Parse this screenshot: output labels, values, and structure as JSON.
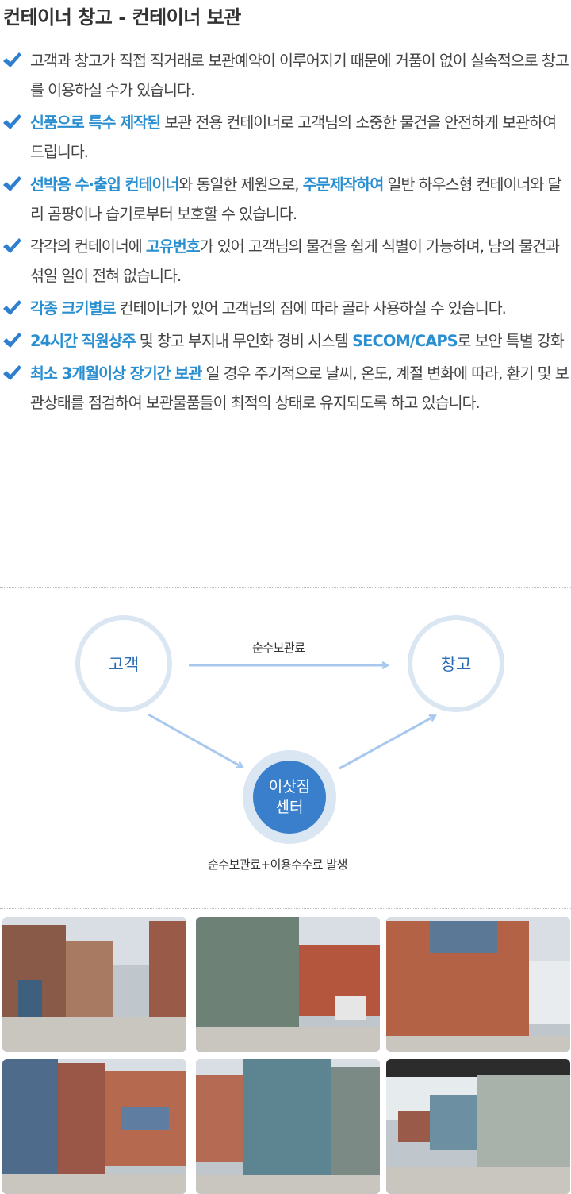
{
  "title": "컨테이너 창고 - 컨테이너 보관",
  "colors": {
    "highlight": "#2a8fd1",
    "check": "#2f7fd0",
    "node_text": "#2a6bb3",
    "center_node": "#3a7fcc",
    "ring": "#dbe6f3",
    "arrow": "#a9c8ee"
  },
  "features": [
    {
      "parts": [
        {
          "text": "고객과 창고가 직접 직거래로 보관예약이 이루어지기 때문에 거품이 없이 실속적으로 창고를 이용하실 수가 있습니다.",
          "hl": false
        }
      ]
    },
    {
      "parts": [
        {
          "text": "신품으로 특수 제작된",
          "hl": true
        },
        {
          "text": " 보관 전용 컨테이너로 고객님의 소중한 물건을 안전하게 보관하여 드립니다.",
          "hl": false
        }
      ]
    },
    {
      "parts": [
        {
          "text": "선박용 수·출입 컨테이너",
          "hl": true
        },
        {
          "text": "와 동일한 제원으로, ",
          "hl": false
        },
        {
          "text": "주문제작하여",
          "hl": true
        },
        {
          "text": " 일반 하우스형 컨테이너와 달리 곰팡이나 습기로부터 보호할 수 있습니다.",
          "hl": false
        }
      ]
    },
    {
      "parts": [
        {
          "text": "각각의 컨테이너에 ",
          "hl": false
        },
        {
          "text": "고유번호",
          "hl": true
        },
        {
          "text": "가 있어 고객님의 물건을 쉽게 식별이 가능하며, 남의 물건과 섞일 일이 전혀 없습니다.",
          "hl": false
        }
      ]
    },
    {
      "parts": [
        {
          "text": "각종 크키별로",
          "hl": true
        },
        {
          "text": " 컨테이너가 있어 고객님의 짐에 따라 골라 사용하실 수 있습니다.",
          "hl": false
        }
      ]
    },
    {
      "parts": [
        {
          "text": "24시간 직원상주",
          "hl": true
        },
        {
          "text": " 및 창고 부지내 무인화 경비 시스템 ",
          "hl": false
        },
        {
          "text": "SECOM/CAPS",
          "hl": true
        },
        {
          "text": "로 보안 특별 강화",
          "hl": false
        }
      ]
    },
    {
      "parts": [
        {
          "text": "최소 3개월이상 장기간 보관",
          "hl": true
        },
        {
          "text": " 일 경우 주기적으로 날씨, 온도, 계절 변화에 따라, 환기 및 보관상태를 점검하여 보관물품들이 최적의 상태로 유지되도록 하고 있습니다.",
          "hl": false
        }
      ]
    }
  ],
  "flow": {
    "customer": "고객",
    "warehouse": "창고",
    "center_line1": "이삿짐",
    "center_line2": "센터",
    "direct_label": "순수보관료",
    "indirect_label": "순수보관료+이용수수료 발생"
  },
  "photos": [
    {
      "name": "container-yard-photo-1"
    },
    {
      "name": "container-yard-photo-2"
    },
    {
      "name": "container-yard-photo-3"
    },
    {
      "name": "container-yard-photo-4"
    },
    {
      "name": "container-yard-photo-5"
    },
    {
      "name": "container-yard-photo-6"
    }
  ]
}
